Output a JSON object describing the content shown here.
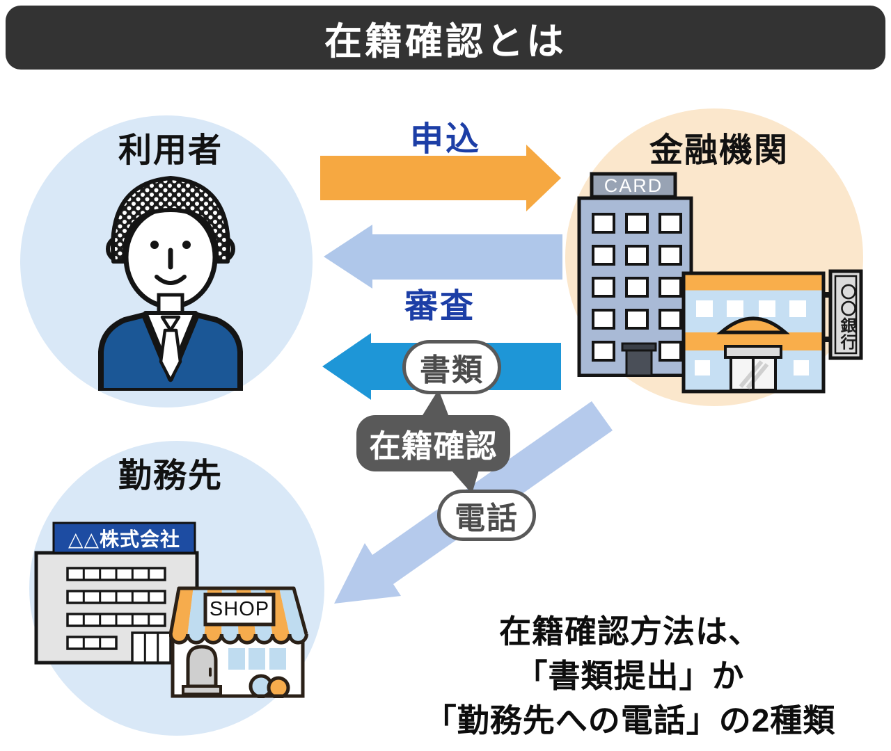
{
  "title": "在籍確認とは",
  "user": {
    "label": "利用者"
  },
  "financial": {
    "label": "金融機関",
    "card_sign": "CARD",
    "bank_sign": "〇〇銀行"
  },
  "workplace": {
    "label": "勤務先",
    "company_sign": "△△株式会社",
    "shop_sign": "SHOP"
  },
  "flows": {
    "application": "申込",
    "screening": "審査",
    "documents": "書類",
    "verification": "在籍確認",
    "phone": "電話"
  },
  "note": {
    "line1": "在籍確認方法は、",
    "line2": "「書類提出」か",
    "line3": "「勤務先への電話」の2種類"
  },
  "colors": {
    "banner": "#333333",
    "accent_orange": "#F6A841",
    "accent_periwinkle": "#AFC7EA",
    "accent_blue": "#1E96D7",
    "deep_blue_text": "#1C3EA6",
    "bubble_gray": "#595959",
    "circle_blue": "#D9E8F7",
    "circle_peach": "#FBE7CC",
    "suit_blue": "#1B5796",
    "company_sign_blue": "#1D4CA2"
  }
}
